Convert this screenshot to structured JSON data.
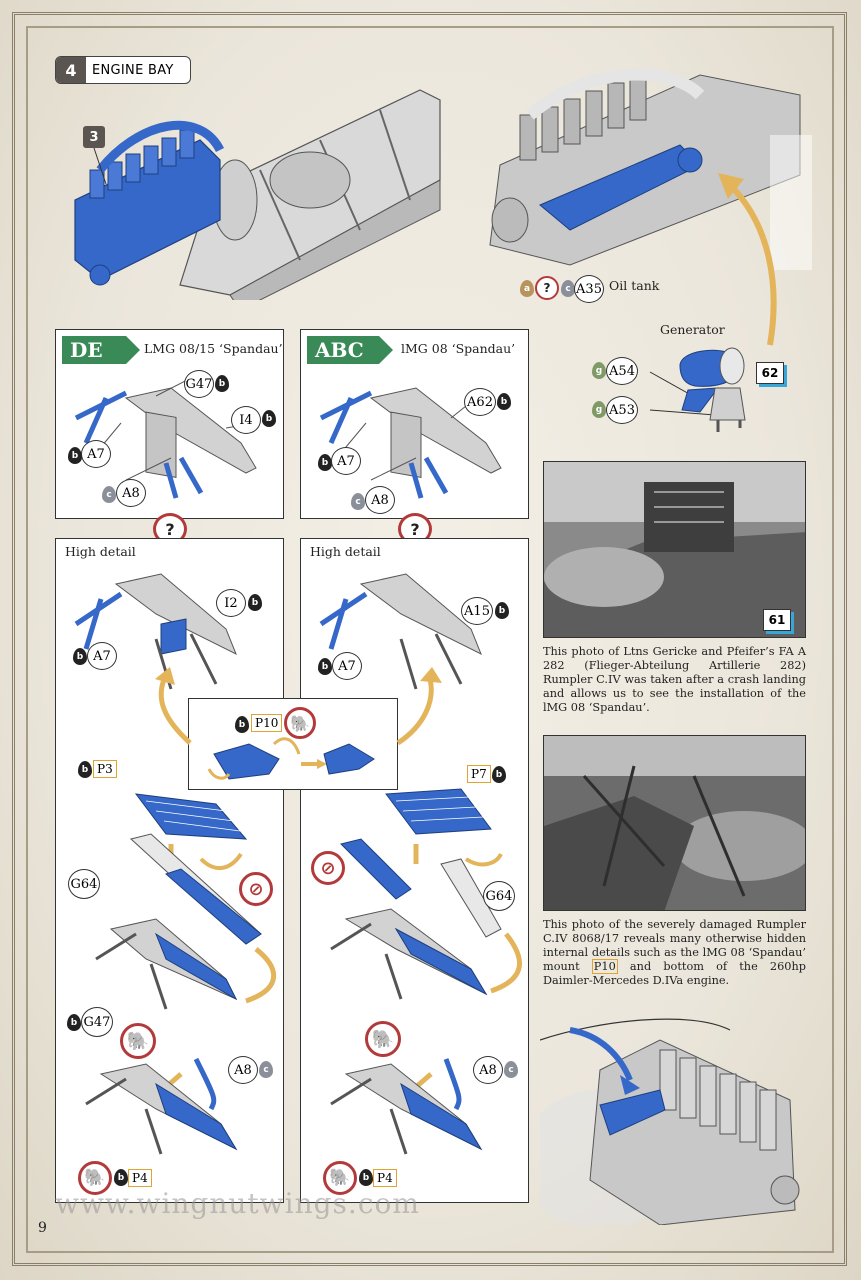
{
  "step": {
    "number": "4",
    "title": "ENGINE BAY"
  },
  "sub_step": "3",
  "paints": {
    "a": "a",
    "c": "c",
    "g": "g",
    "b": "b"
  },
  "oil_tank": {
    "part": "A35",
    "label": "Oil tank"
  },
  "generator": {
    "label": "Generator",
    "parts": [
      "A54",
      "A53"
    ],
    "ref": "62"
  },
  "gun_de": {
    "tag": "DE",
    "title": "LMG 08/15 ‘Spandau’",
    "parts": [
      "G47",
      "I4",
      "A7",
      "A8"
    ]
  },
  "gun_abc": {
    "tag": "ABC",
    "title": "lMG 08 ‘Spandau’",
    "parts": [
      "A62",
      "A7",
      "A8"
    ]
  },
  "question": "?",
  "high_detail": {
    "label": "High detail",
    "left_parts": [
      "I2",
      "A7",
      "P3",
      "G64",
      "G47",
      "A8",
      "P4"
    ],
    "right_parts": [
      "A15",
      "A7",
      "P7",
      "G64",
      "A8",
      "P4"
    ],
    "center_part": "P10"
  },
  "photo1": {
    "ref": "61",
    "caption": "This photo of Ltns Gericke and Pfeifer’s FA A 282 (Flieger-Abteilung Artillerie 282) Rumpler C.IV was taken after a crash landing and allows us to see the installation of the lMG 08 ‘Spandau’."
  },
  "photo2": {
    "caption_a": "This photo of the severely damaged Rumpler C.IV 8068/17 reveals many otherwise hidden internal details such as the lMG 08 ‘Spandau’ mount ",
    "caption_part": "P10",
    "caption_b": " and bottom of the 260hp Daimler-Mercedes D.IVa engine."
  },
  "watermark": "www.wingnutwings.com",
  "page_number": "9",
  "colors": {
    "part_blue": "#3568c8",
    "highlight_orange": "#e0a531",
    "warning_red": "#b33a3a",
    "tag_green": "#3a8a58",
    "arrow_gold": "#e3b45a"
  }
}
